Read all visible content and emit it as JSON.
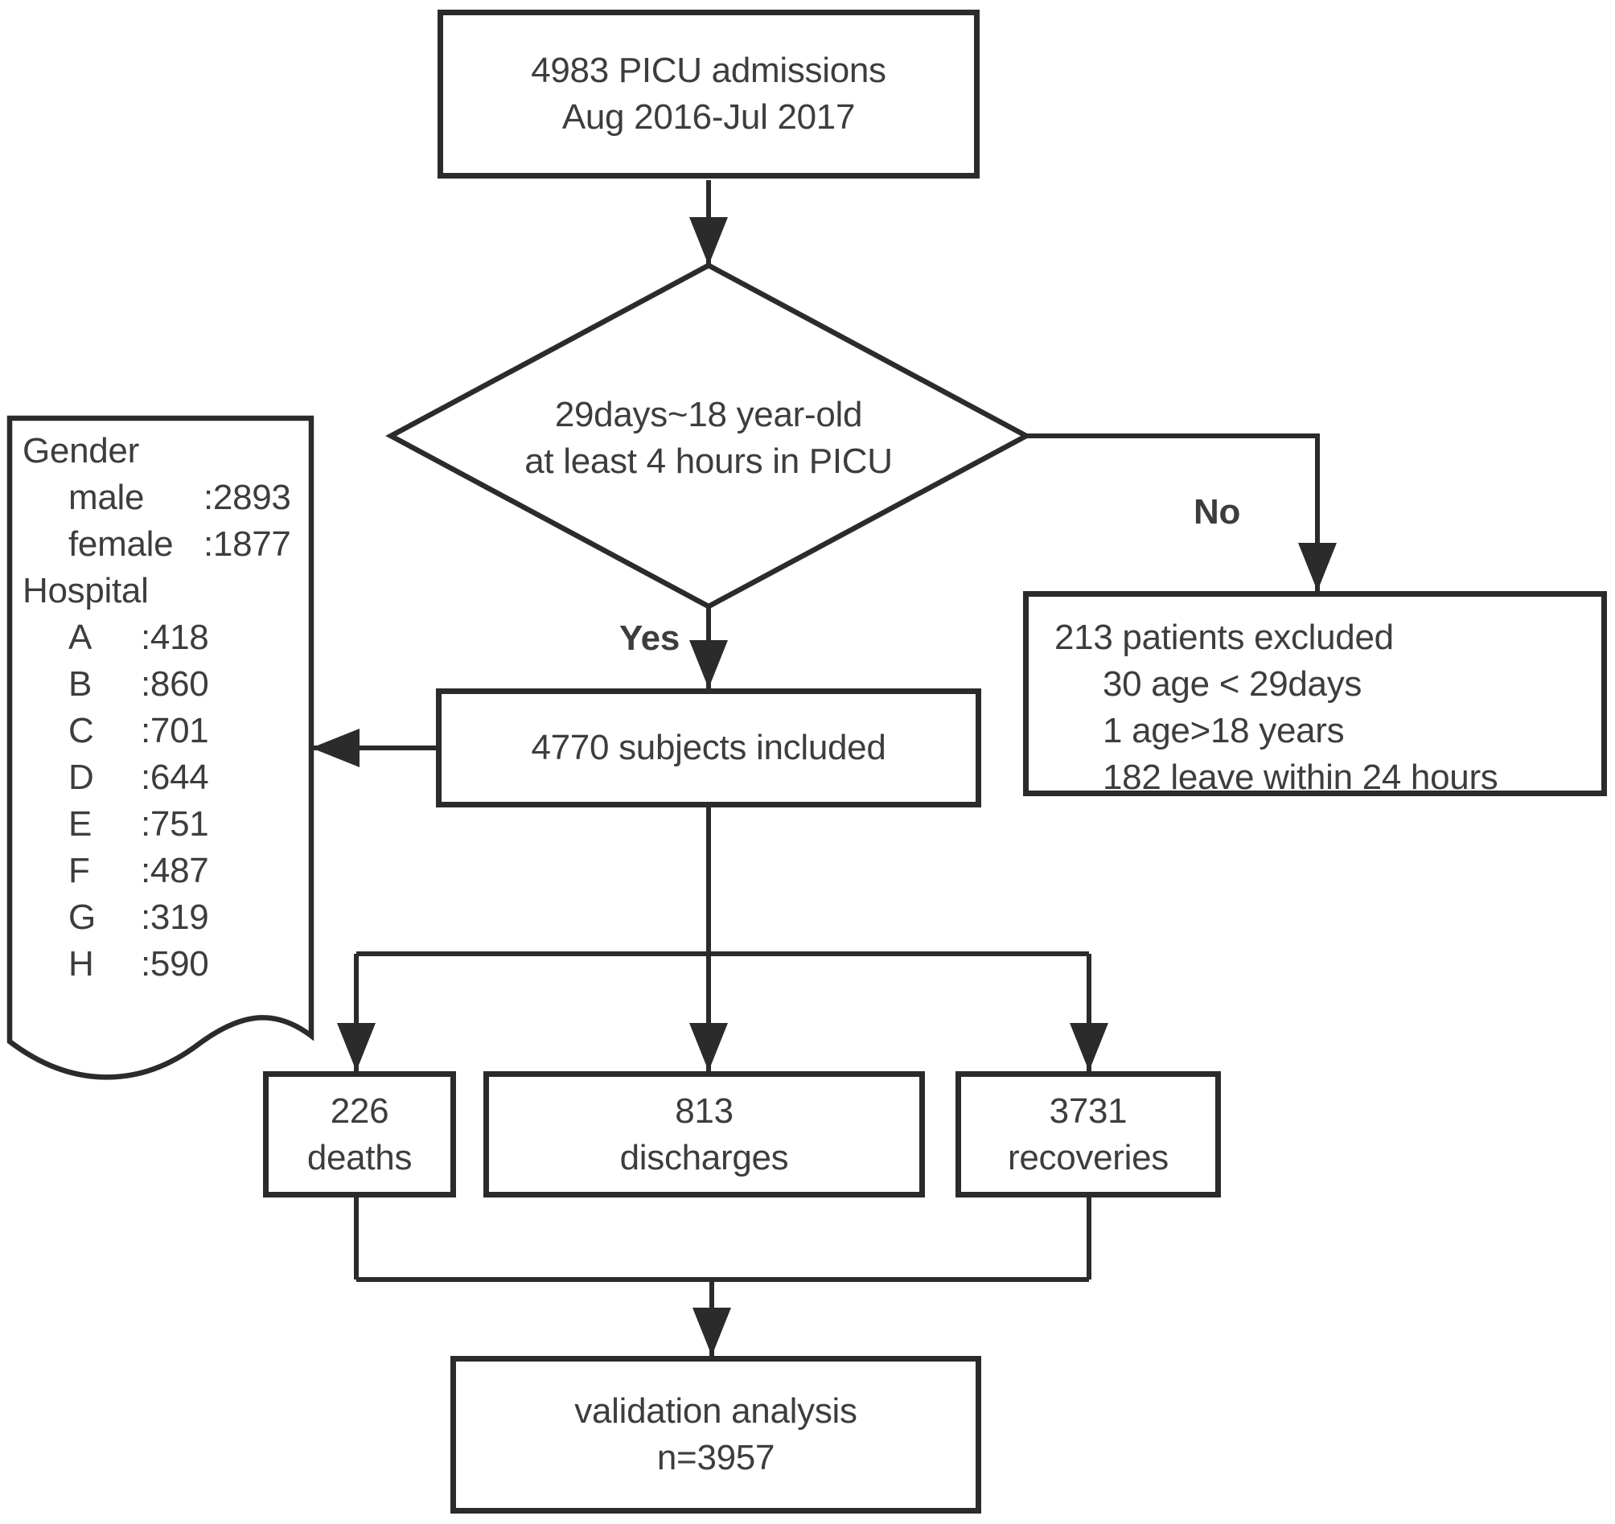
{
  "theme": {
    "line_color": "#2b2b2b",
    "text_color": "#3d3d3d",
    "background": "#ffffff"
  },
  "figure": {
    "top_box": {
      "line1": "4983 PICU admissions",
      "line2": "Aug 2016-Jul 2017"
    },
    "decision_diamond": {
      "line1": "29days~18 year-old",
      "line2": "at least 4 hours in PICU"
    },
    "branch_labels": {
      "yes": "Yes",
      "no": "No"
    },
    "included_box": {
      "text": "4770 subjects included"
    },
    "excluded_box": {
      "title": "213 patients excluded",
      "items": [
        "30 age < 29days",
        "1 age>18 years",
        "182 leave within 24 hours"
      ]
    },
    "demographics_note": {
      "gender_header": "Gender",
      "gender_rows": [
        {
          "label": "male",
          "value": ":2893"
        },
        {
          "label": "female",
          "value": ":1877"
        }
      ],
      "hospital_header": "Hospital",
      "hospital_rows": [
        {
          "label": "A",
          "value": ":418"
        },
        {
          "label": "B",
          "value": ":860"
        },
        {
          "label": "C",
          "value": ":701"
        },
        {
          "label": "D",
          "value": ":644"
        },
        {
          "label": "E",
          "value": ":751"
        },
        {
          "label": "F",
          "value": ":487"
        },
        {
          "label": "G",
          "value": ":319"
        },
        {
          "label": "H",
          "value": ":590"
        }
      ]
    },
    "outcome_boxes": [
      {
        "value": "226",
        "label": "deaths"
      },
      {
        "value": "813",
        "label": "discharges"
      },
      {
        "value": "3731",
        "label": "recoveries"
      }
    ],
    "validation_box": {
      "line1": "validation analysis",
      "line2": "n=3957"
    }
  }
}
